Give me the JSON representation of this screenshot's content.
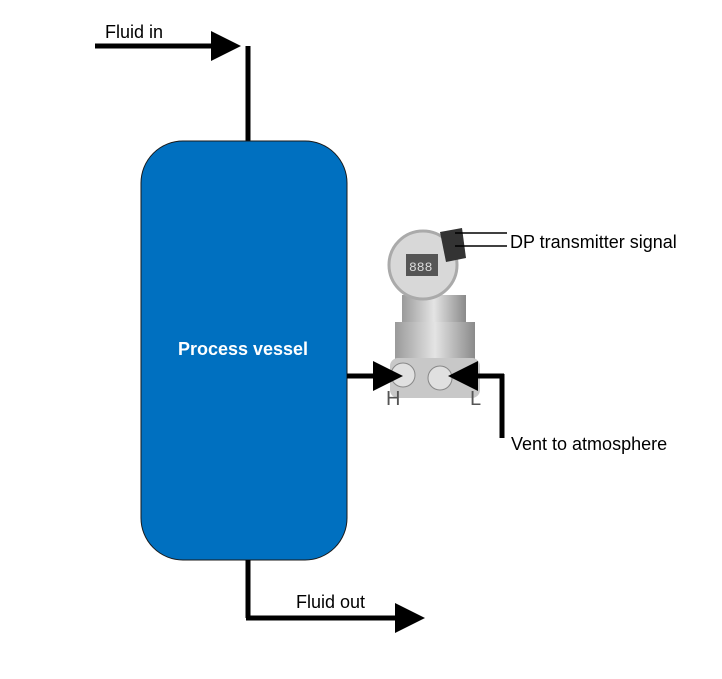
{
  "labels": {
    "fluid_in": "Fluid in",
    "fluid_out": "Fluid out",
    "vessel": "Process vessel",
    "dp_signal": "DP transmitter signal",
    "vent": "Vent to atmosphere",
    "high_port": "H",
    "low_port": "L"
  },
  "colors": {
    "vessel": "#0070C0",
    "pipe": "#000000"
  }
}
